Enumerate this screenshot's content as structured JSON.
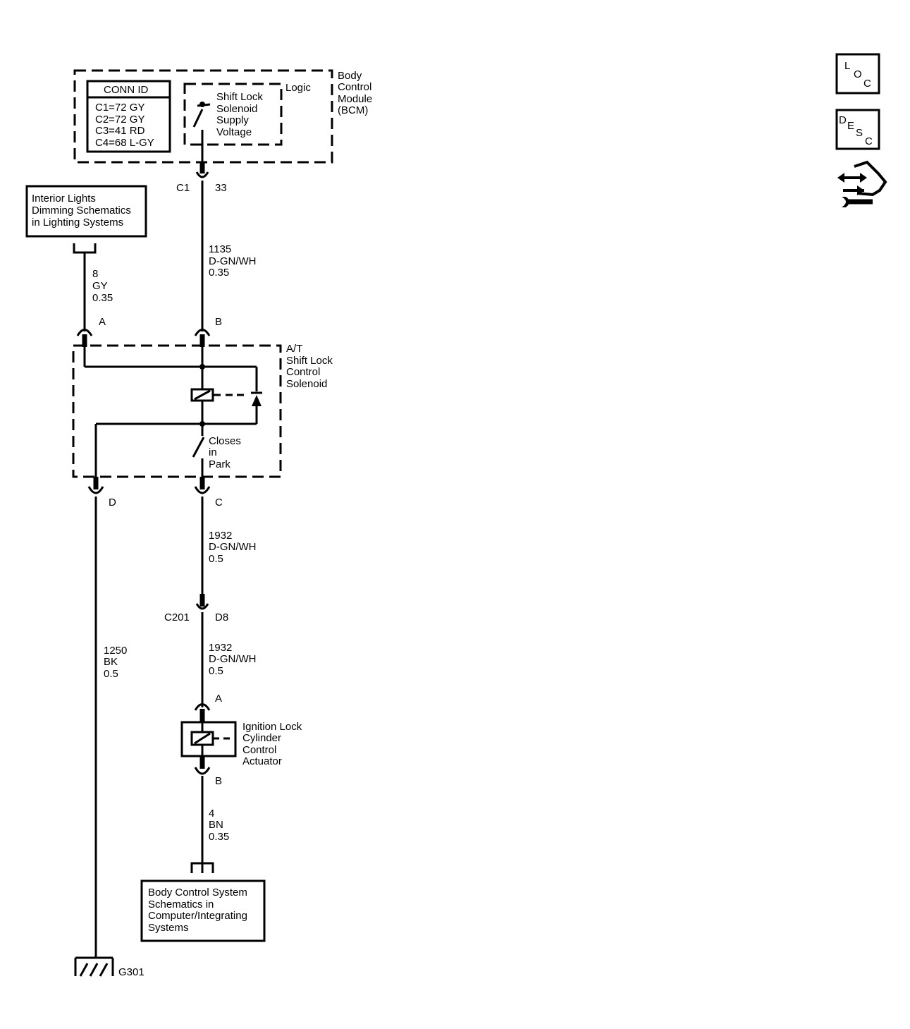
{
  "bcm": {
    "title": [
      "Body",
      "Control",
      "Module",
      "(BCM)"
    ],
    "logic_label": "Logic",
    "conn_id": {
      "header": "CONN ID",
      "rows": [
        "C1=72 GY",
        "C2=72 GY",
        "C3=41 RD",
        "C4=68 L-GY"
      ]
    },
    "supply": [
      "Shift Lock",
      "Solenoid",
      "Supply",
      "Voltage"
    ]
  },
  "side_icons": [
    {
      "name": "location-icon",
      "letters": [
        "L",
        "O",
        "C"
      ]
    },
    {
      "name": "description-icon",
      "letters": [
        "D",
        "E",
        "S",
        "C"
      ]
    },
    {
      "name": "connector-repair-icon"
    }
  ],
  "connectors": {
    "bcm_conn": "C1",
    "bcm_pin": "33",
    "sol_pin_a": "A",
    "sol_pin_b": "B",
    "sol_pin_c": "C",
    "sol_pin_d": "D",
    "inline_conn": "C201",
    "inline_pin": "D8",
    "act_pin_a": "A",
    "act_pin_b": "B"
  },
  "wires": {
    "w1135": [
      "1135",
      "D-GN/WH",
      "0.35"
    ],
    "w8": [
      "8",
      "GY",
      "0.35"
    ],
    "w1932a": [
      "1932",
      "D-GN/WH",
      "0.5"
    ],
    "w1932b": [
      "1932",
      "D-GN/WH",
      "0.5"
    ],
    "w1250": [
      "1250",
      "BK",
      "0.5"
    ],
    "w4": [
      "4",
      "BN",
      "0.35"
    ]
  },
  "refs": {
    "interior": [
      "Interior Lights",
      "Dimming Schematics",
      "in Lighting Systems"
    ],
    "body_control": [
      "Body Control System",
      "Schematics in",
      "Computer/Integrating",
      "Systems"
    ]
  },
  "solenoid": {
    "title": [
      "A/T",
      "Shift Lock",
      "Control",
      "Solenoid"
    ],
    "switch": [
      "Closes",
      "in",
      "Park"
    ]
  },
  "actuator": {
    "title": [
      "Ignition Lock",
      "Cylinder",
      "Control",
      "Actuator"
    ]
  },
  "ground": {
    "label": "G301"
  }
}
